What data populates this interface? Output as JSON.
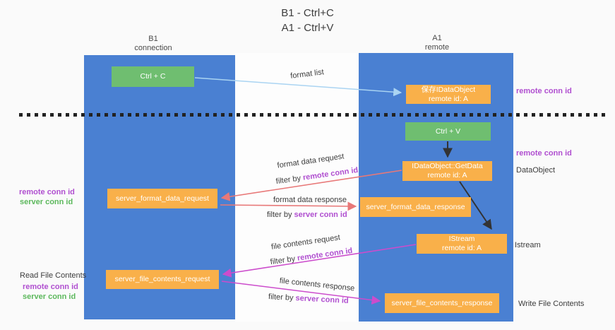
{
  "title": {
    "line1": "B1 - Ctrl+C",
    "line2": "A1 - Ctrl+V"
  },
  "columns": {
    "left": {
      "name": "B1",
      "role": "connection"
    },
    "right": {
      "name": "A1",
      "role": "remote"
    }
  },
  "nodes": {
    "ctrl_c": "Ctrl + C",
    "ctrl_v": "Ctrl + V",
    "save_idataobject": {
      "line1": "保存IDataObject",
      "line2": "remote id: A"
    },
    "idataobject_getdata": {
      "line1": "IDataObject::GetData",
      "line2": "remote id: A"
    },
    "istream": {
      "line1": "IStream",
      "line2": "remote id: A"
    },
    "server_format_data_request": "server_format_data_request",
    "server_format_data_response": "server_format_data_response",
    "server_file_contents_request": "server_file_contents_request",
    "server_file_contents_response": "server_file_contents_response"
  },
  "arrow_labels": {
    "format_list": "format list",
    "format_data_request": "format data request",
    "format_data_response": "format data response",
    "file_contents_request": "file contents request",
    "file_contents_response": "file contents response",
    "filter_by": "filter by ",
    "remote_conn_id": "remote conn id",
    "server_conn_id": "server conn id"
  },
  "side_labels": {
    "right_remote_conn_id_top": "remote conn id",
    "right_remote_conn_id_mid": "remote conn id",
    "dataobject": "DataObject",
    "istream": "Istream",
    "write_file_contents": "Write File Contents",
    "left_remote_conn_id_top": "remote conn id",
    "left_server_conn_id_top": "server conn id",
    "read_file_contents": "Read File Contents",
    "left_remote_conn_id_bottom": "remote conn id",
    "left_server_conn_id_bottom": "server conn id"
  },
  "colors": {
    "lane_blue": "#4a80d2",
    "node_green": "#6fbe70",
    "node_orange": "#f9b04a",
    "arrow_red": "#e87878",
    "arrow_magenta": "#cc4ccc",
    "arrow_light_blue": "#aad4f2",
    "arrow_black": "#333333",
    "text_purple": "#b04fd0",
    "text_green": "#5cb85c",
    "background": "#fafafa"
  }
}
